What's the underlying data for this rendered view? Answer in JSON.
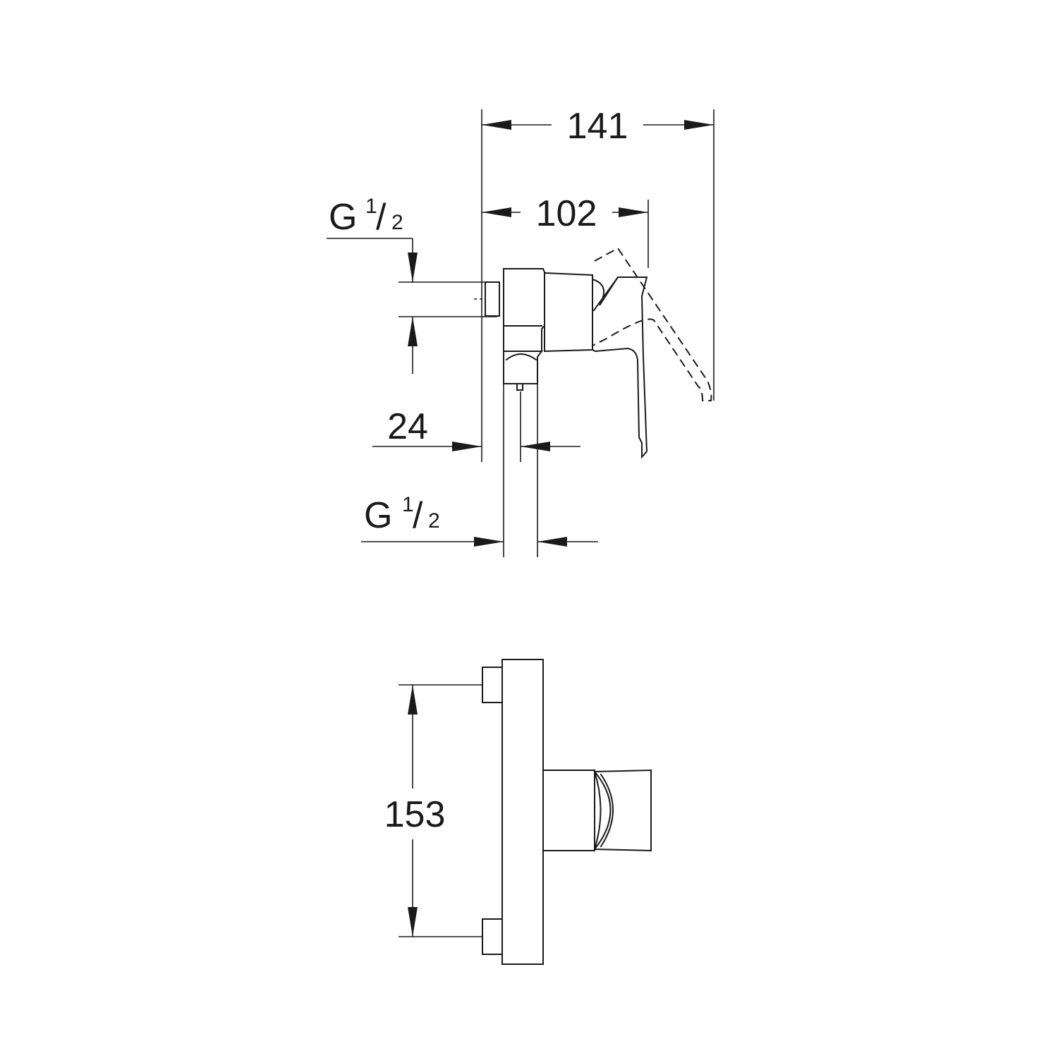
{
  "dimensions": {
    "overall_depth": "141",
    "lever_depth": "102",
    "inlet_top": {
      "main": "G",
      "num": "1",
      "sep": "/",
      "den": "2"
    },
    "offset": "24",
    "inlet_bottom": {
      "main": "G",
      "num": "1",
      "sep": "/",
      "den": "2"
    },
    "centers": "153"
  }
}
